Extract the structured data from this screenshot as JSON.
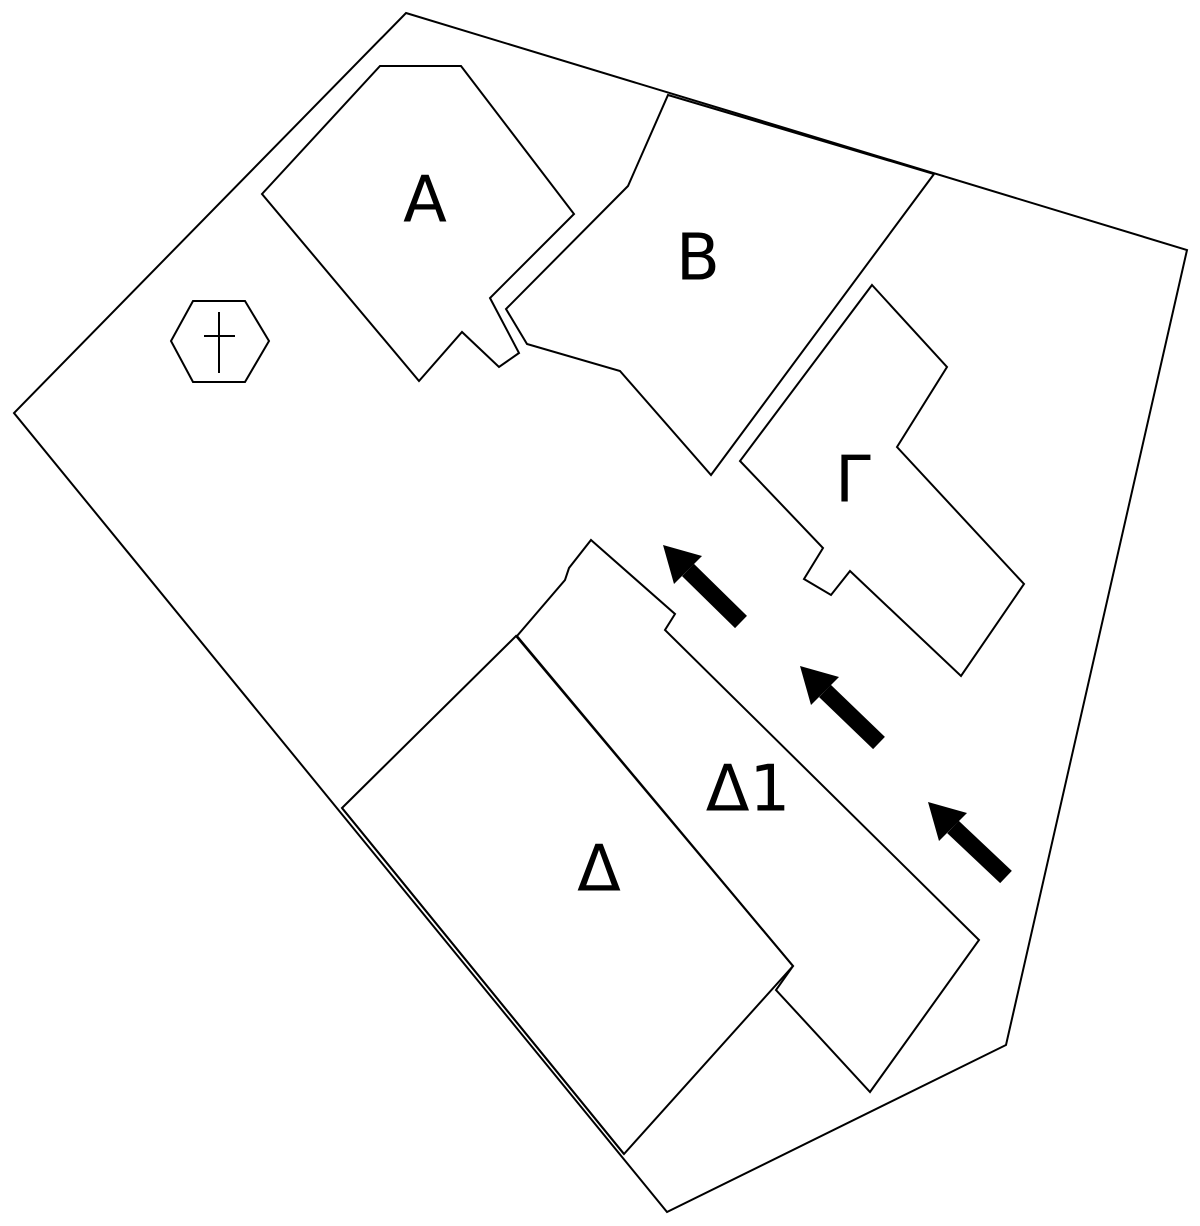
{
  "diagram": {
    "stroke_color": "#000000",
    "background_color": "#ffffff",
    "buildings": [
      {
        "id": "A",
        "label": "Α"
      },
      {
        "id": "B",
        "label": "Β"
      },
      {
        "id": "G",
        "label": "Γ"
      },
      {
        "id": "D",
        "label": "Δ"
      },
      {
        "id": "D1",
        "label": "Δ1"
      }
    ],
    "symbols": [
      {
        "id": "church",
        "icon": "cross-in-hexagon-icon"
      }
    ],
    "arrows": {
      "count": 3,
      "direction": "northwest",
      "icon": "arrow-up-left-icon"
    }
  }
}
